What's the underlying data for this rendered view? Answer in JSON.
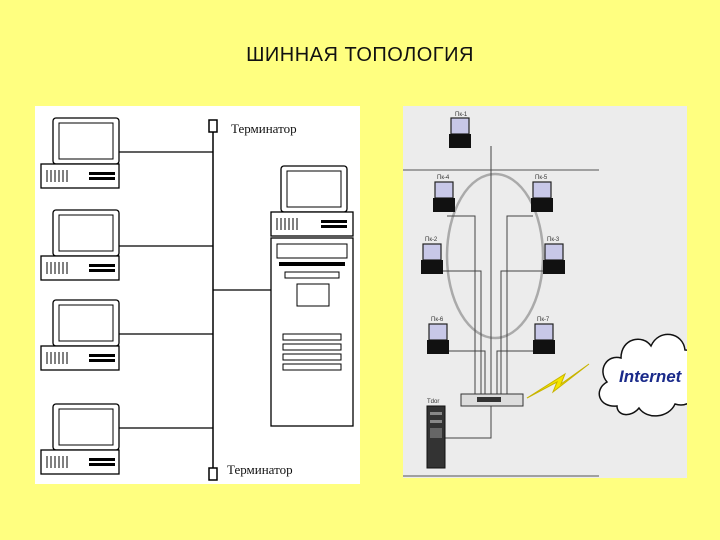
{
  "title": "ШИННАЯ ТОПОЛОГИЯ",
  "left_diagram": {
    "terminator_top": "Терминатор",
    "terminator_bottom": "Терминатор"
  },
  "right_diagram": {
    "cloud_label": "Internet",
    "pc_labels": [
      "Пк-1",
      "Пк-4",
      "Пк-5",
      "Пк-2",
      "Пк-3",
      "Пк-6",
      "Пк-7"
    ],
    "server_label": "Tdor"
  }
}
